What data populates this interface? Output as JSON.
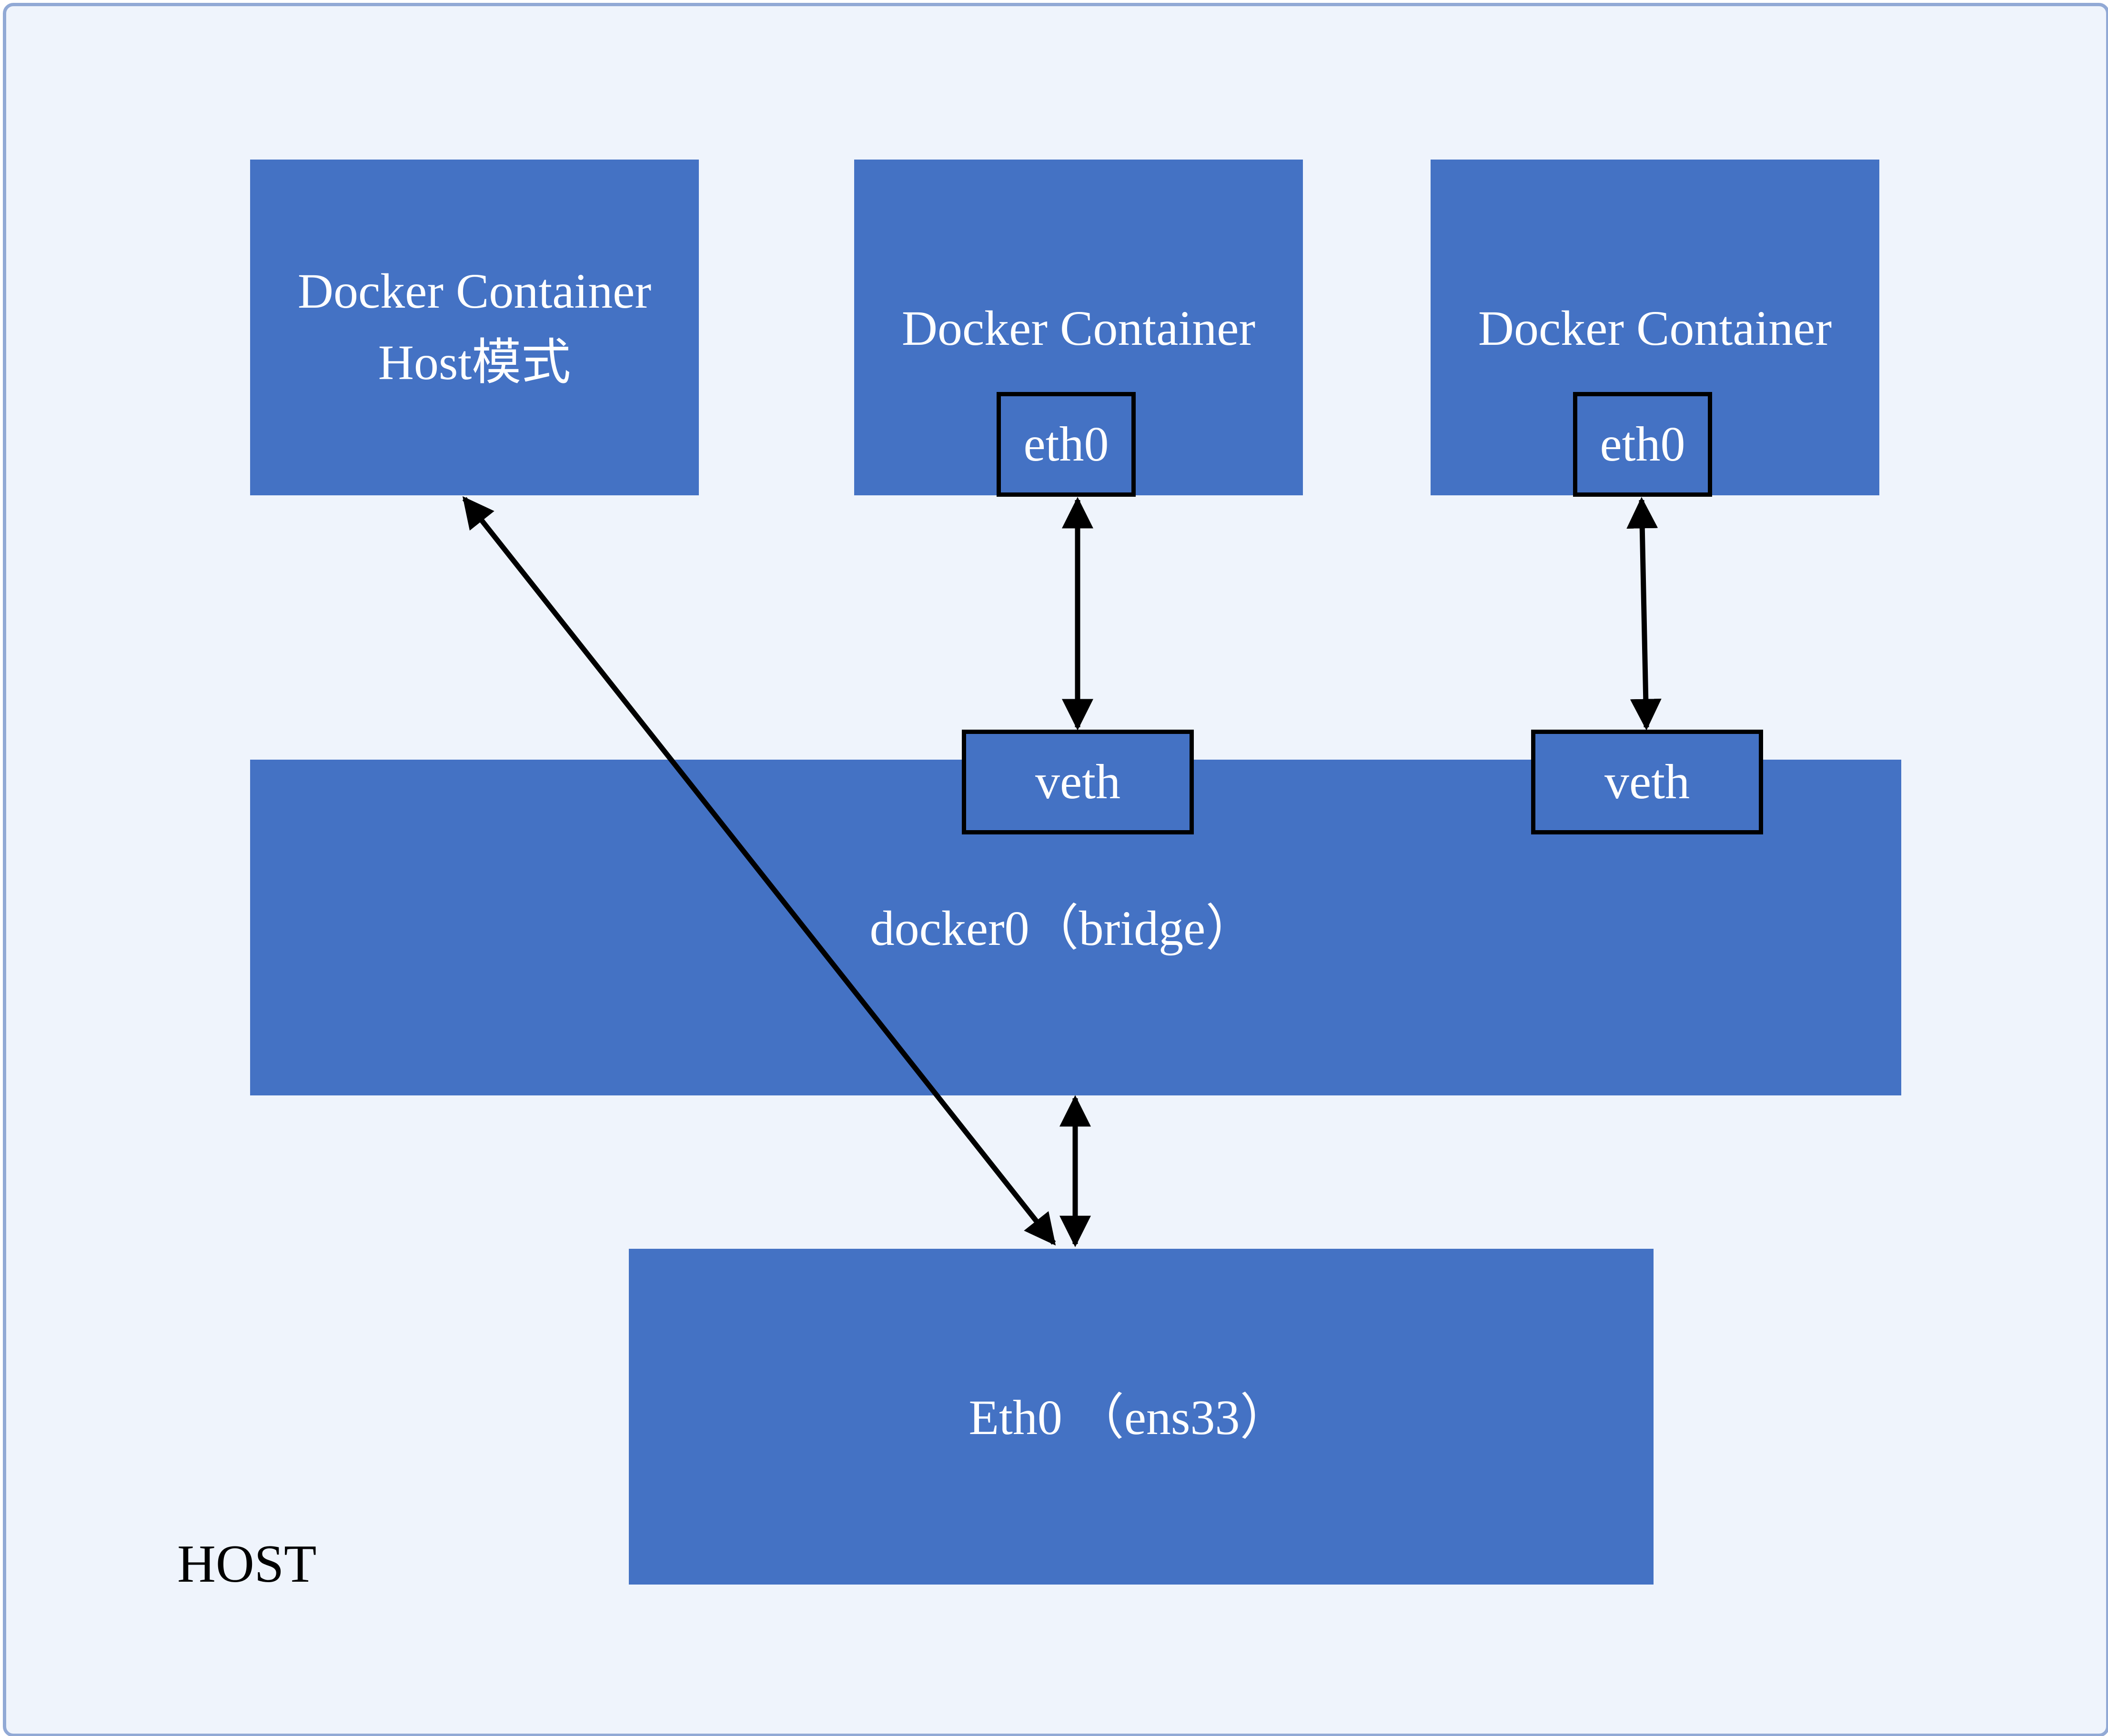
{
  "containers": [
    {
      "line1": "Docker Container",
      "line2": "Host模式"
    },
    {
      "line1": "Docker Container",
      "port": "eth0"
    },
    {
      "line1": "Docker Container",
      "port": "eth0"
    }
  ],
  "bridge": {
    "label": "docker0（bridge）",
    "ports": [
      "veth",
      "veth"
    ]
  },
  "nic": {
    "label": "Eth0 （ens33）"
  },
  "host": {
    "label": "HOST"
  },
  "colors": {
    "block": "#4472c4",
    "frame": "#91a9d5",
    "background": "#eff4fc",
    "connector": "#000000"
  }
}
